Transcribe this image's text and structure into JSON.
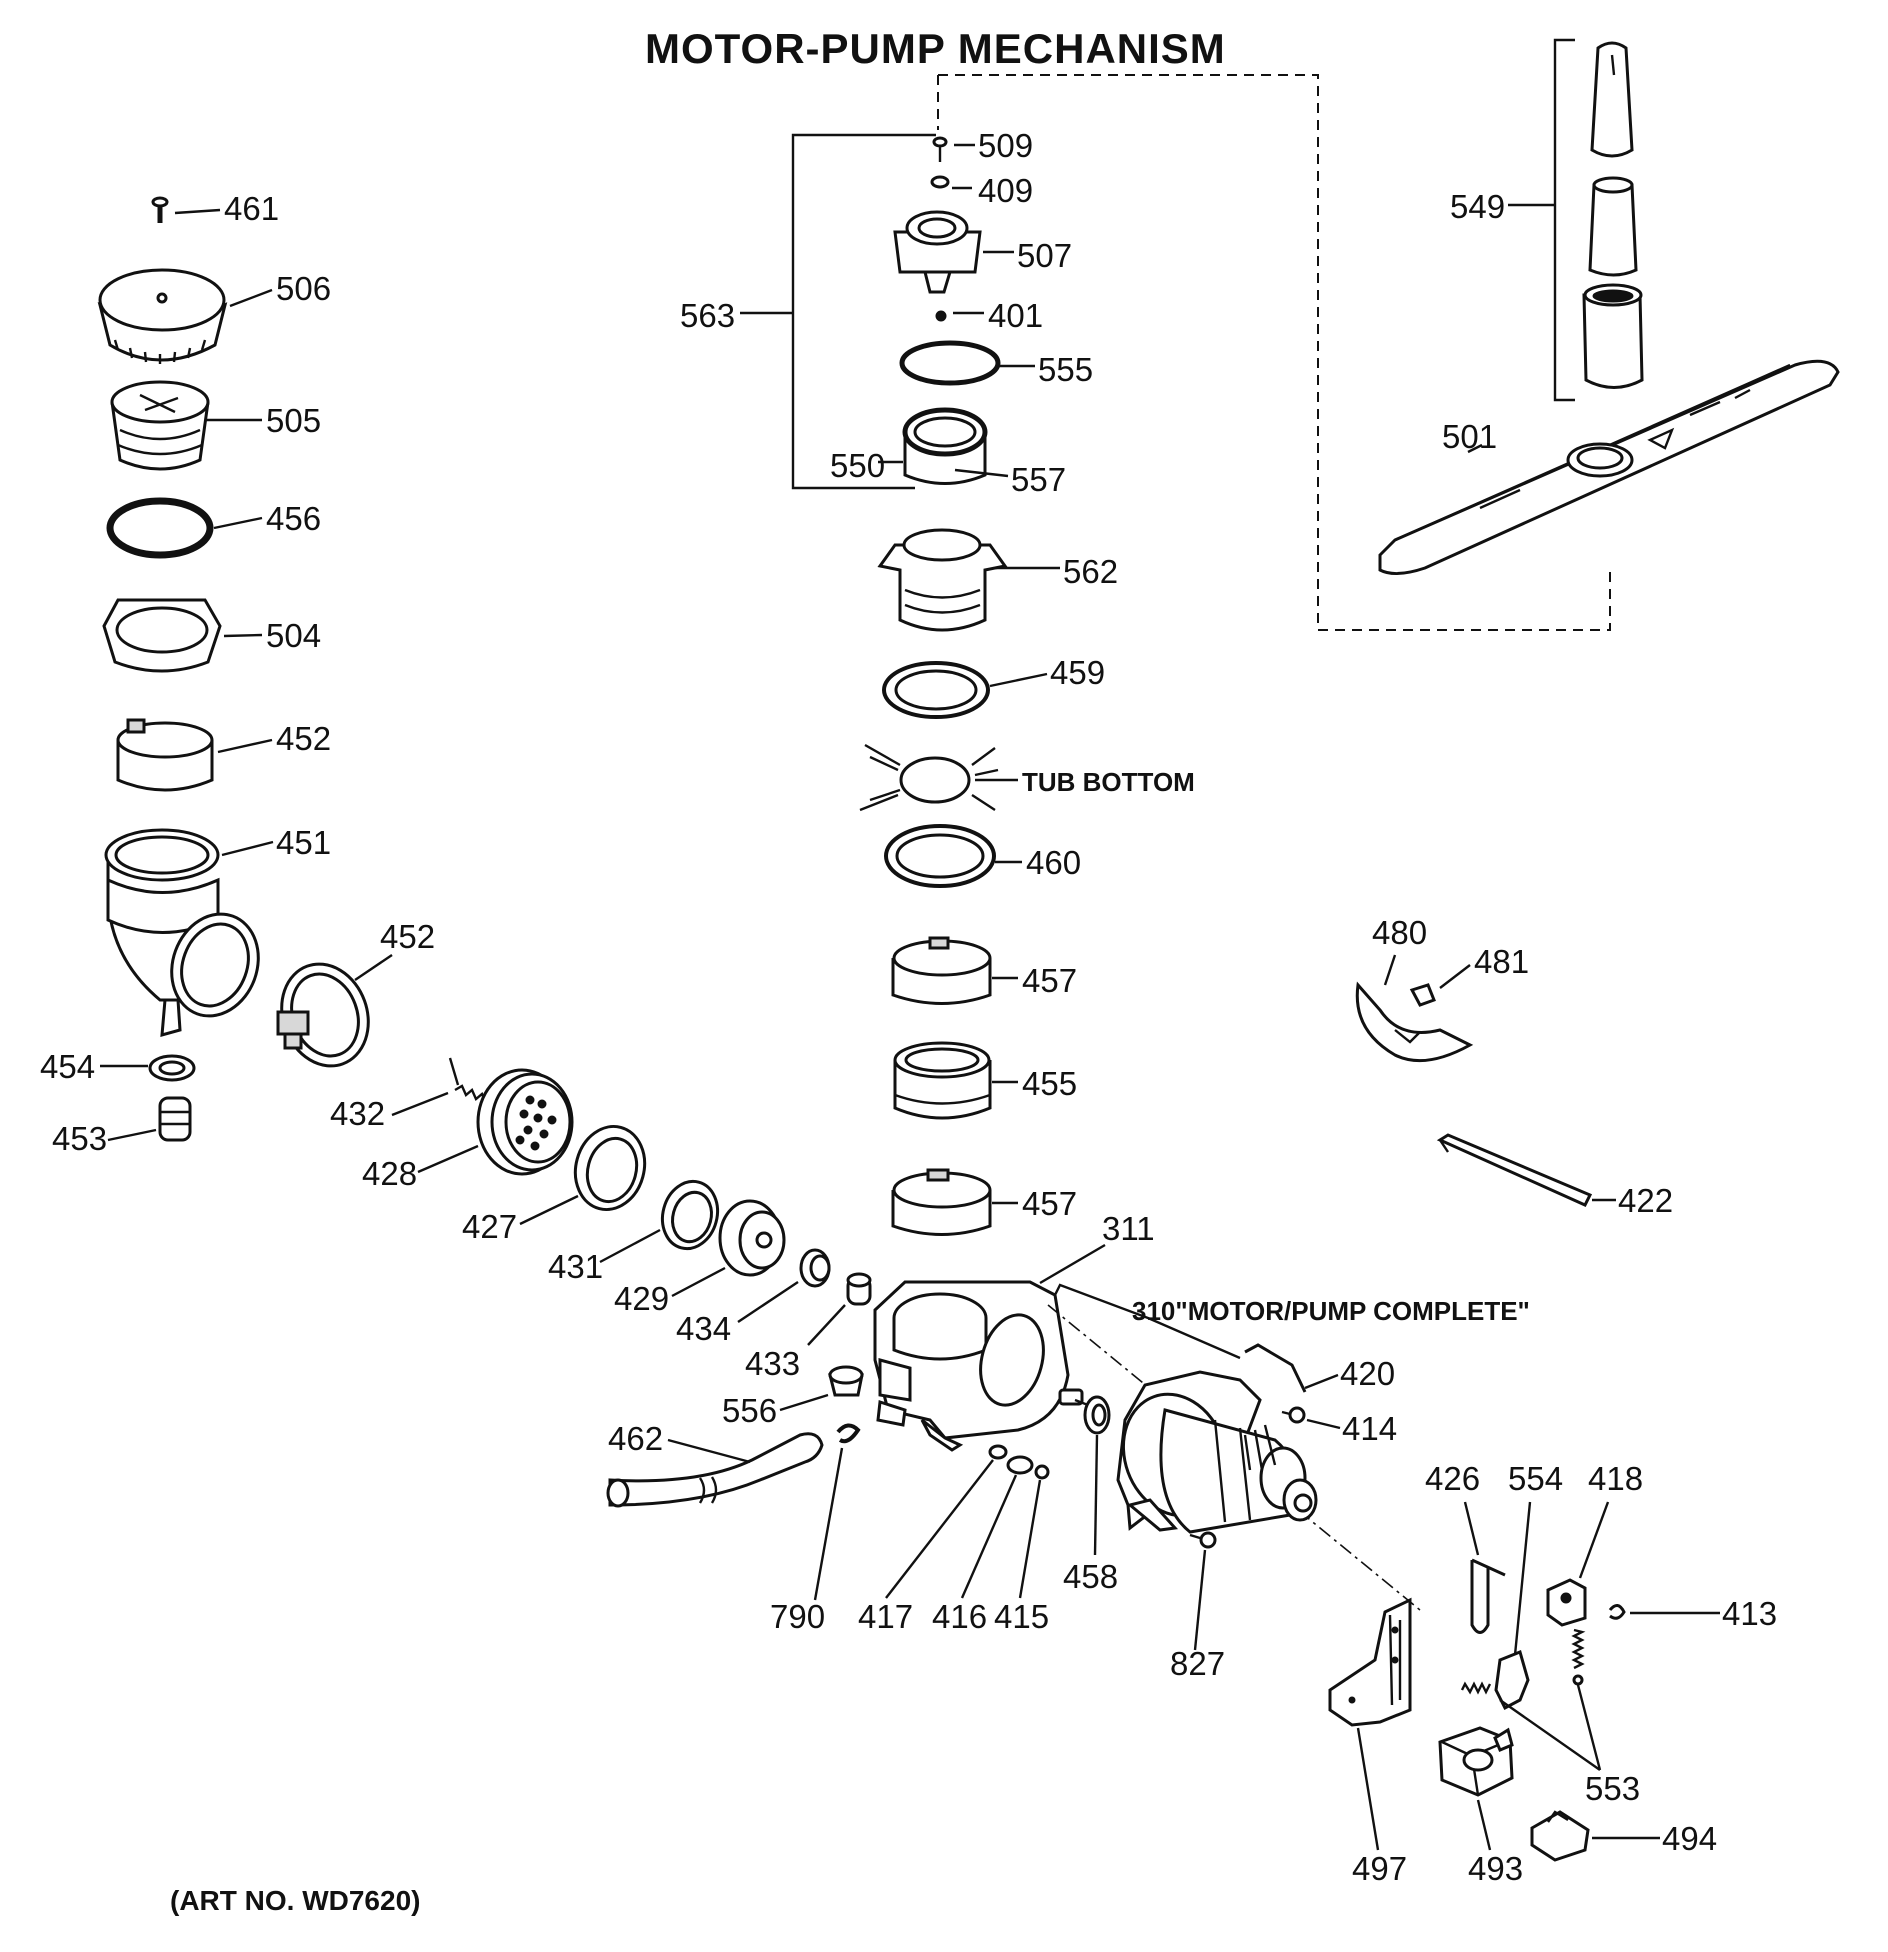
{
  "diagram": {
    "title": "MOTOR-PUMP MECHANISM",
    "art_no": "(ART NO. WD7620)",
    "notes": {
      "tub_bottom": "TUB BOTTOM",
      "motor_pump_complete": "310\"MOTOR/PUMP COMPLETE\""
    },
    "labels": {
      "p509": "509",
      "p409": "409",
      "p507": "507",
      "p401": "401",
      "p555": "555",
      "p563": "563",
      "p550": "550",
      "p557": "557",
      "p562": "562",
      "p459": "459",
      "p460": "460",
      "p457a": "457",
      "p455": "455",
      "p457b": "457",
      "p461": "461",
      "p506": "506",
      "p505": "505",
      "p456": "456",
      "p504": "504",
      "p452a": "452",
      "p451": "451",
      "p452b": "452",
      "p454": "454",
      "p453": "453",
      "p432": "432",
      "p428": "428",
      "p427": "427",
      "p431": "431",
      "p429": "429",
      "p434": "434",
      "p433": "433",
      "p556": "556",
      "p462": "462",
      "p790": "790",
      "p417": "417",
      "p416": "416",
      "p415": "415",
      "p458": "458",
      "p311": "311",
      "p420": "420",
      "p414": "414",
      "p827": "827",
      "p549": "549",
      "p501": "501",
      "p480": "480",
      "p481": "481",
      "p422": "422",
      "p426": "426",
      "p554": "554",
      "p418": "418",
      "p413": "413",
      "p553": "553",
      "p497": "497",
      "p493": "493",
      "p494": "494"
    }
  }
}
